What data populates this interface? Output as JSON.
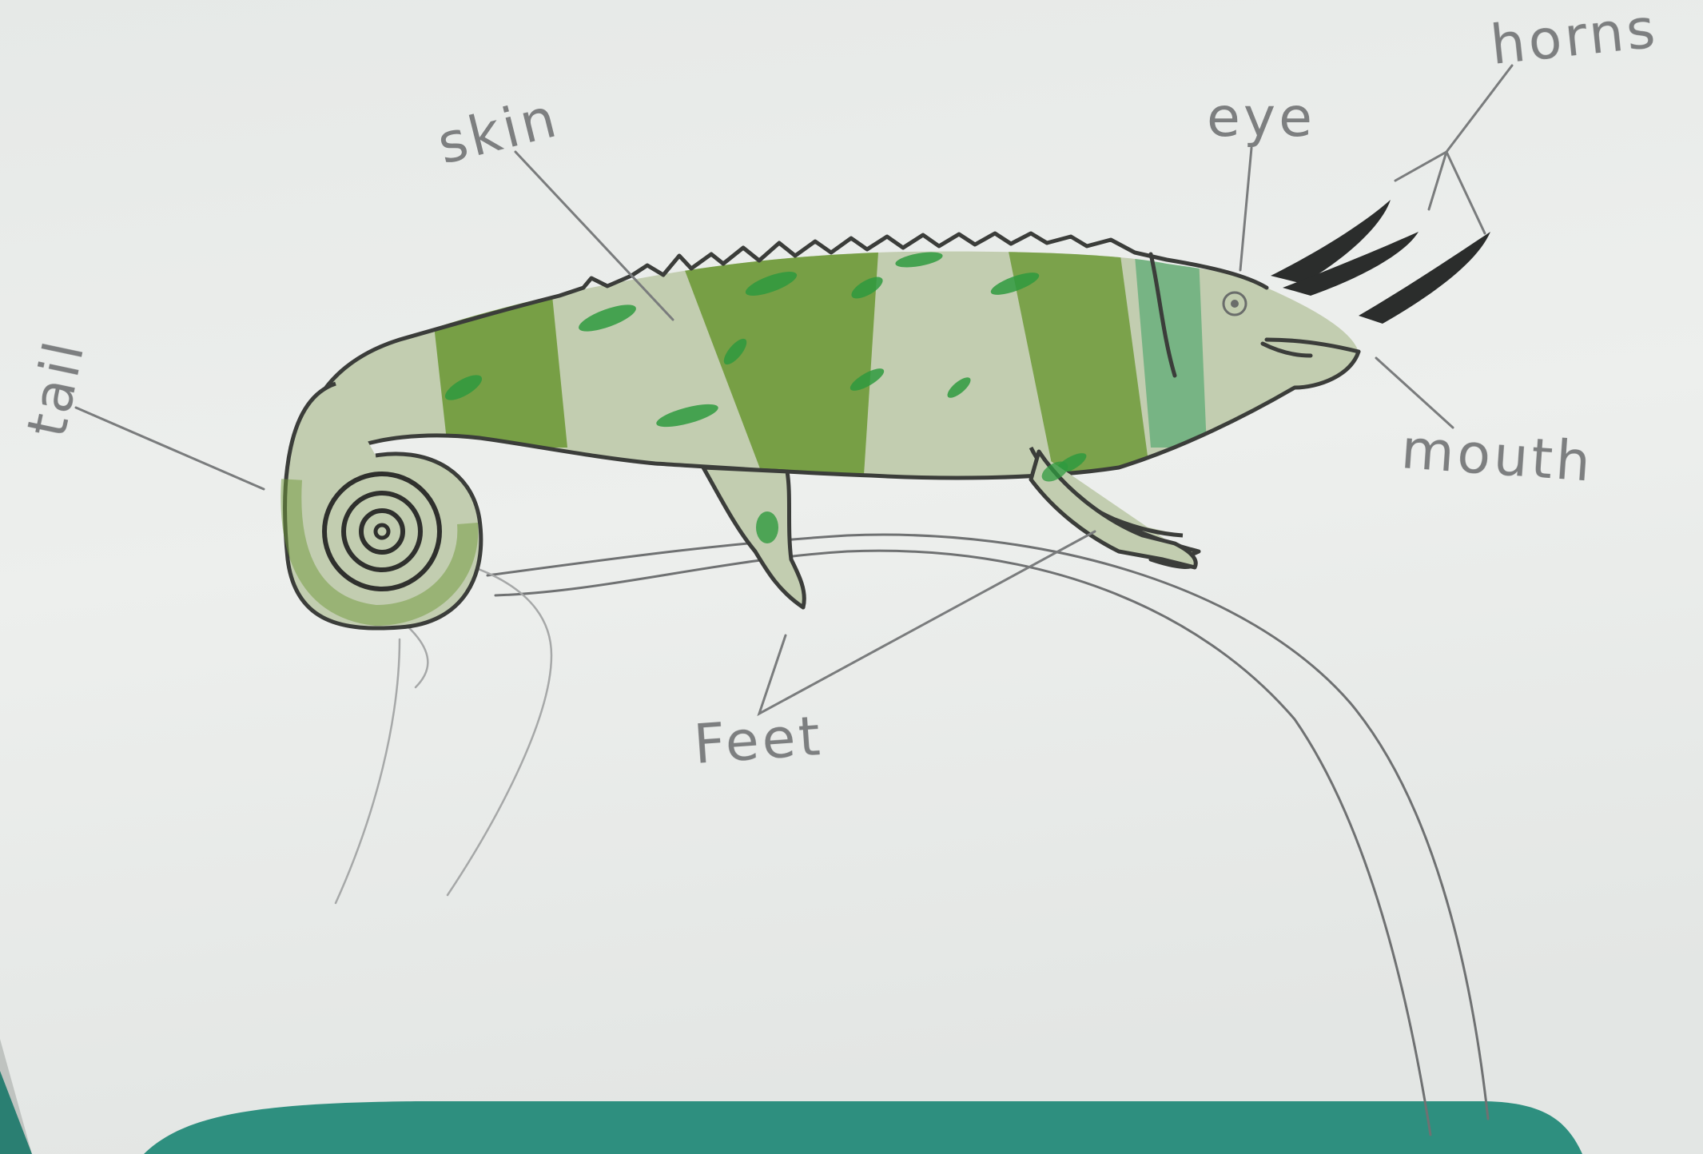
{
  "colors": {
    "paper": "#eceeec",
    "pencil": "#3b3d3a",
    "label_pencil": "#7d7f80",
    "body_fill": "#c2cdb0",
    "stripe_green": "#6f9a3a",
    "spot_green": "#2f9a3f",
    "horn_black": "#2b2d2c",
    "chair_teal": "#2e8f7f"
  },
  "labels": {
    "tail": "tail",
    "skin": "skin",
    "eye": "eye",
    "horns": "horns",
    "mouth": "mouth",
    "feet": "Feet"
  }
}
